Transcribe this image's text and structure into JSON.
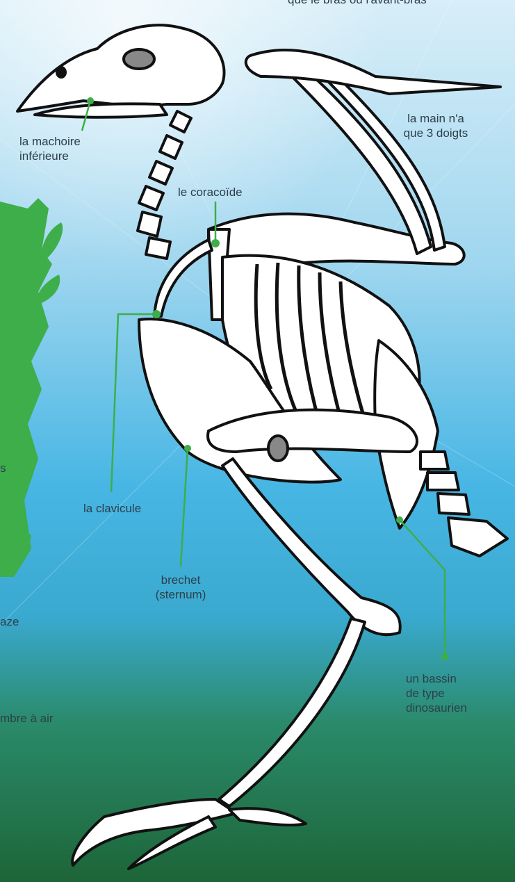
{
  "labels": {
    "top_cut": "que le bras ou l'avant-bras",
    "hand": [
      "la main n'a",
      "que 3 doigts"
    ],
    "jaw": [
      "la machoire",
      "inférieure"
    ],
    "coracoid": "le coracoïde",
    "clavicle": "la clavicule",
    "sternum": [
      "brechet",
      "(sternum)"
    ],
    "pelvis": [
      "un bassin",
      "de type",
      "dinosaurien"
    ],
    "left_cut_1": "s",
    "left_cut_2": "aze",
    "left_cut_3": "mbre à air"
  },
  "colors": {
    "sky_top": "#cfe9f6",
    "sky_mid": "#4ab8e6",
    "ground_bottom": "#1f6a3a",
    "accent_green": "#3dae49",
    "bone": "#ffffff",
    "outline": "#111111"
  }
}
